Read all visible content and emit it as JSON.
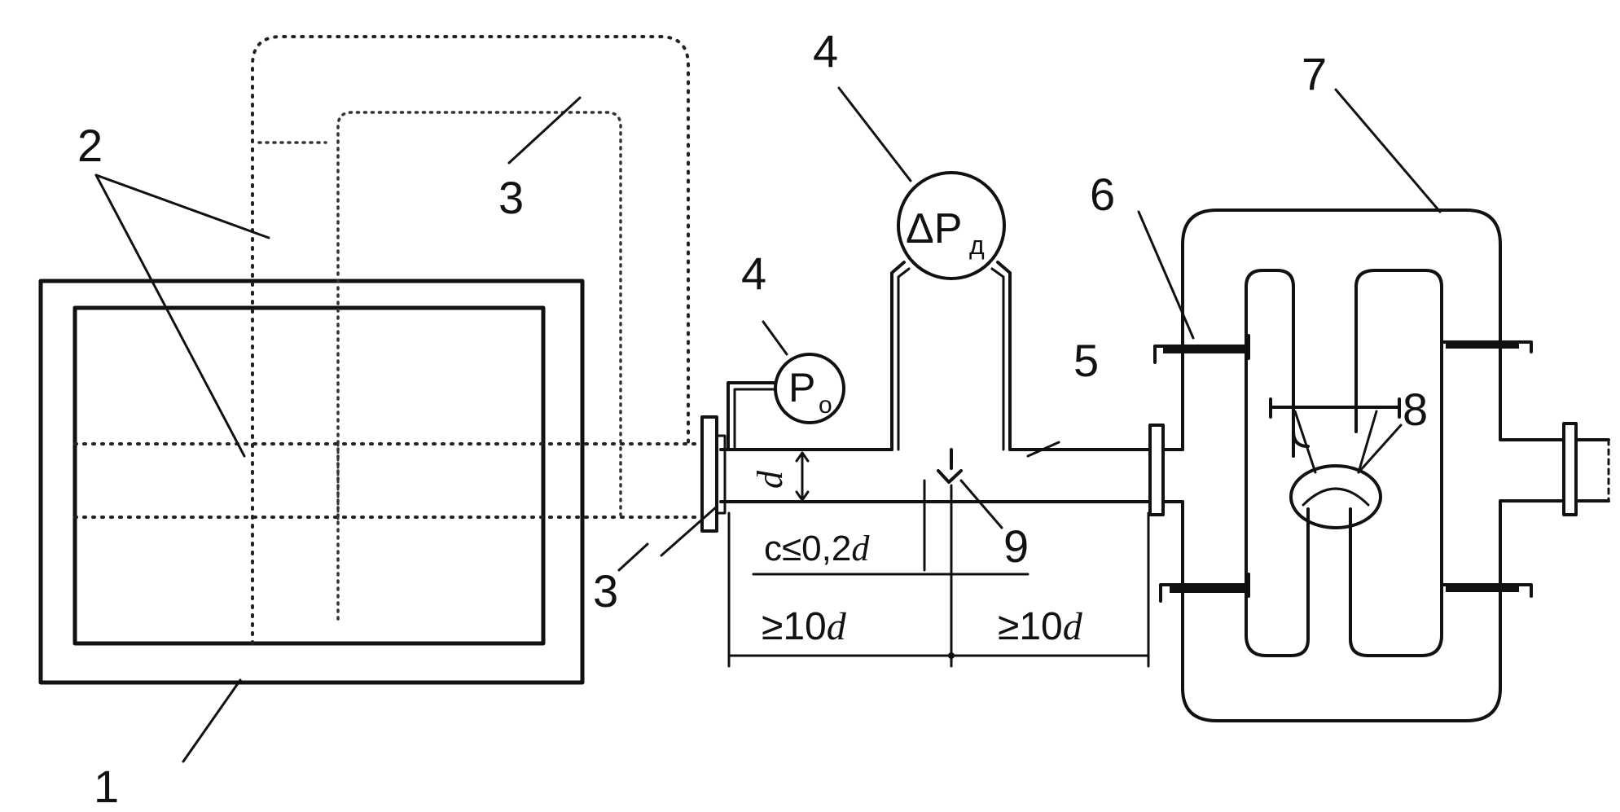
{
  "labels": {
    "l1": "1",
    "l2": "2",
    "l3a": "3",
    "l3b": "3",
    "l4_left": "4",
    "l4_top": "4",
    "l5": "5",
    "l6": "6",
    "l7": "7",
    "l8": "8",
    "l9": "9"
  },
  "gauges": {
    "static_base": "P",
    "static_sub": "o",
    "diff_prefix": "ΔP",
    "diff_sub": "д"
  },
  "dimensions": {
    "d": "d",
    "c_prefix": "c≤0,2",
    "c_var": "d",
    "up_prefix": "≥10",
    "up_var": "d",
    "down_prefix": "≥10",
    "down_var": "d"
  }
}
